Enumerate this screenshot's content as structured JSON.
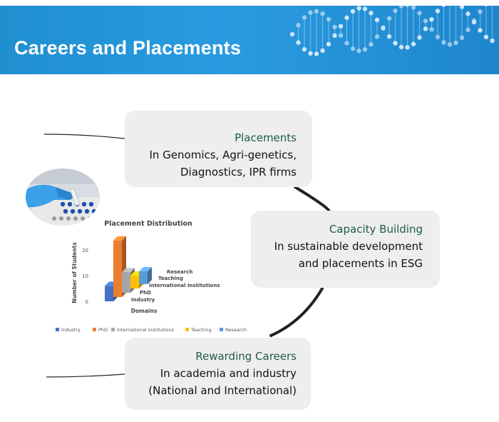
{
  "header": {
    "title": "Careers and Placements"
  },
  "cards": {
    "placements": {
      "title": "Placements",
      "lines": [
        "In Genomics, Agri-genetics,",
        "Diagnostics, IPR firms"
      ]
    },
    "capacity": {
      "title": "Capacity Building",
      "lines": [
        "In sustainable development",
        "and placements in ESG"
      ]
    },
    "rewarding": {
      "title": "Rewarding Careers",
      "lines": [
        "In academia and industry",
        "(National and International)"
      ]
    }
  },
  "chart_data": {
    "type": "bar",
    "title": "Placement Distribution",
    "ylabel": "Number of Students",
    "xlabel": "Domains",
    "ylim": [
      0,
      25
    ],
    "yticks": [
      0,
      10,
      20
    ],
    "categories": [
      "Industry",
      "PhD",
      "International Institutions",
      "Teaching",
      "Research"
    ],
    "values": [
      6,
      22,
      8,
      5,
      5
    ],
    "colors": [
      "#4472c4",
      "#ed7d31",
      "#a5a5a5",
      "#ffc000",
      "#5b9bd5"
    ],
    "legend": [
      "Industry",
      "PhD",
      "International Institutions",
      "Teaching",
      "Research"
    ],
    "legend_position": "bottom",
    "grid": false
  }
}
